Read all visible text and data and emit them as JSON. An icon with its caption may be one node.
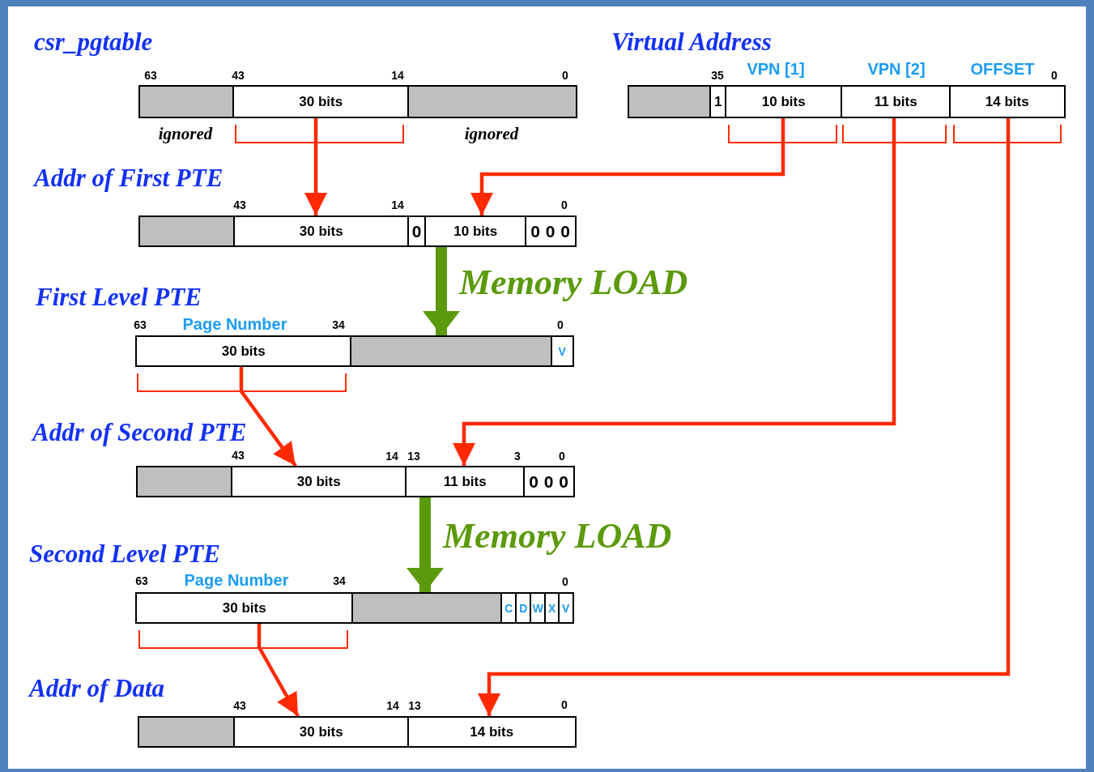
{
  "diagram": {
    "nodes": [
      {
        "text": [],
        "shape": "bar"
      },
      {
        "text": [
          "30 bits"
        ]
      },
      {
        "text": [],
        "shape": "bar"
      },
      {
        "text": [],
        "shape": "bar"
      },
      {
        "text": [
          "1"
        ]
      },
      {
        "text": [
          "10 bits"
        ],
        "beside": [
          "VPN [1]"
        ]
      },
      {
        "text": [
          "11 bits"
        ],
        "beside": [
          "VPN [2]"
        ]
      },
      {
        "text": [
          "14 bits"
        ],
        "beside": [
          "OFFSET"
        ]
      },
      {
        "text": [],
        "shape": "bar"
      },
      {
        "text": [
          "30 bits"
        ]
      },
      {
        "text": [
          "0"
        ]
      },
      {
        "text": [
          "10 bits"
        ]
      },
      {
        "text": [
          "0 0 0"
        ]
      },
      {
        "text": [
          "30 bits"
        ],
        "beside": [
          "Page Number"
        ]
      },
      {
        "text": [],
        "shape": "bar"
      },
      {
        "text": [
          "V"
        ]
      },
      {
        "text": [],
        "shape": "bar"
      },
      {
        "text": [
          "30 bits"
        ]
      },
      {
        "text": [
          "11 bits"
        ]
      },
      {
        "text": [
          "0 0 0"
        ]
      },
      {
        "text": [
          "30 bits"
        ],
        "beside": [
          "Page Number"
        ]
      },
      {
        "text": [],
        "shape": "bar"
      },
      {
        "text": [
          "C"
        ]
      },
      {
        "text": [
          "D"
        ]
      },
      {
        "text": [
          "W"
        ]
      },
      {
        "text": [
          "X"
        ]
      },
      {
        "text": [
          "V"
        ]
      },
      {
        "text": [],
        "shape": "bar"
      },
      {
        "text": [
          "30 bits"
        ]
      },
      {
        "text": [
          "14 bits"
        ]
      }
    ],
    "edges": [
      {
        "from": 1,
        "to": 9,
        "arrow": "to"
      },
      {
        "from": 5,
        "to": 11,
        "arrow": "to"
      },
      {
        "from": 13,
        "to": 17,
        "arrow": "to"
      },
      {
        "from": 6,
        "to": 18,
        "arrow": "to"
      },
      {
        "from": 20,
        "to": 28,
        "arrow": "to"
      },
      {
        "from": 7,
        "to": 29,
        "arrow": "to"
      },
      {
        "from": 11,
        "to": 14,
        "arrow": "to",
        "label": "Memory LOAD",
        "style": "thick",
        "color": "#5b9a0c"
      },
      {
        "from": 18,
        "to": 21,
        "arrow": "to",
        "label": "Memory LOAD",
        "style": "thick",
        "color": "#5b9a0c"
      }
    ],
    "labels": [
      "csr_pgtable",
      "Virtual Address",
      "63",
      "43",
      "14",
      "0",
      "35",
      "0",
      "ignored",
      "ignored",
      "Addr of First PTE",
      "43",
      "14",
      "0",
      "First Level PTE",
      "63",
      "34",
      "0",
      "Addr of Second PTE",
      "43",
      "14",
      "13",
      "3",
      "0",
      "Second Level PTE",
      "63",
      "34",
      "0",
      "Addr of Data",
      "43",
      "14",
      "13",
      "0"
    ]
  }
}
